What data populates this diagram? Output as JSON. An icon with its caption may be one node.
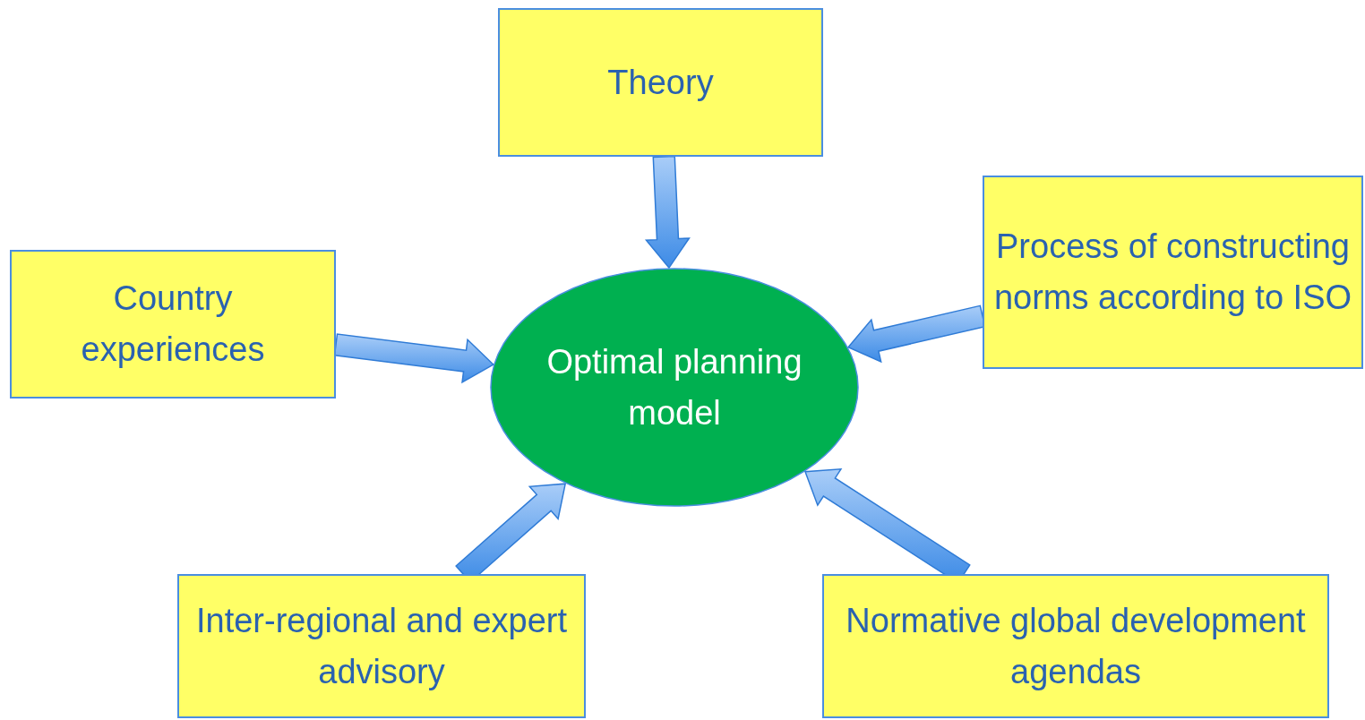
{
  "diagram": {
    "nodes": [
      {
        "text": [
          "Theory"
        ]
      },
      {
        "text": [
          "Country experiences"
        ]
      },
      {
        "text": [
          "Optimal planning model"
        ]
      },
      {
        "text": [
          "Process of constructing norms according to ISO"
        ]
      },
      {
        "text": [
          "Inter-regional and expert advisory"
        ]
      },
      {
        "text": [
          "Normative global development agendas"
        ]
      }
    ],
    "edges": [
      {
        "from": 0,
        "to": 2,
        "arrow": "to"
      },
      {
        "from": 1,
        "to": 2,
        "arrow": "to"
      },
      {
        "from": 3,
        "to": 2,
        "arrow": "to"
      },
      {
        "from": 4,
        "to": 2,
        "arrow": "to"
      },
      {
        "from": 5,
        "to": 2,
        "arrow": "to"
      }
    ]
  }
}
